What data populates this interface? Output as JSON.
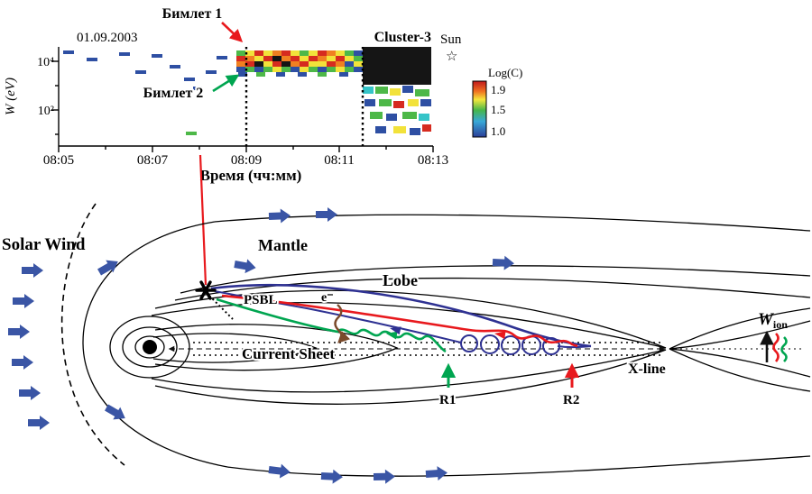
{
  "colors": {
    "red": "#e8191d",
    "green": "#00a550",
    "flow_blue": "#3a55a5",
    "traj_blue": "#2e3192",
    "brown": "#7b4a2b",
    "maroon": "#8b2020",
    "black": "#000000"
  },
  "spectrogram": {
    "date": "01.09.2003",
    "title": "Cluster-3",
    "beamlet1": "Бимлет 1",
    "beamlet2": "Бимлет 2",
    "ylabel": "W (eV)",
    "ytick1": "10⁴",
    "ytick2": "10²",
    "xticks": [
      "08:05",
      "08:07",
      "08:09",
      "08:11",
      "08:13"
    ],
    "xlabel": "Время (чч:мм)",
    "sun": "Sun",
    "colorbar_label": "Log(C)",
    "cb1": "1.9",
    "cb2": "1.5",
    "cb3": "1.0"
  },
  "diagram": {
    "solar_wind": "Solar Wind",
    "mantle": "Mantle",
    "lobe": "Lobe",
    "psbl": "PSBL",
    "current_sheet": "Current Sheet",
    "xline": "X-line",
    "r1": "R1",
    "r2": "R2",
    "electron": "e⁻",
    "w": "W",
    "w_sub": "ion"
  },
  "chart_data": {
    "type": "heatmap",
    "title": "Cluster-3 ion energy-time spectrogram, 01.09.2003",
    "xlabel": "Время (чч:мм)",
    "ylabel": "W (eV)",
    "x_ticks": [
      "08:05",
      "08:07",
      "08:09",
      "08:11",
      "08:13"
    ],
    "y_ticks": [
      "10⁴",
      "10²"
    ],
    "y_scale": "log",
    "colorbar": {
      "label": "Log(C)",
      "ticks": [
        1.9,
        1.5,
        1.0
      ]
    },
    "features": [
      "Beamlet band near 10⁴ eV between 08:09 and 08:11.5 (Бимлет 1, Бимлет 2)",
      "Saturated (black) intense flux after 08:11.5",
      "Dotted time markers at 08:09 and 08:11.5"
    ],
    "palette": {
      "r": "#d62b1f",
      "o": "#f08021",
      "y": "#f2e23a",
      "g": "#4db848",
      "b": "#2e4fa3",
      "c": "#35c4c8",
      "k": "#151515"
    },
    "cells": [
      [
        262,
        56,
        10,
        6,
        "g"
      ],
      [
        272,
        56,
        10,
        6,
        "y"
      ],
      [
        282,
        56,
        10,
        6,
        "r"
      ],
      [
        292,
        56,
        10,
        6,
        "y"
      ],
      [
        302,
        56,
        10,
        6,
        "o"
      ],
      [
        312,
        56,
        10,
        6,
        "r"
      ],
      [
        322,
        56,
        10,
        6,
        "y"
      ],
      [
        332,
        56,
        10,
        6,
        "g"
      ],
      [
        342,
        56,
        10,
        6,
        "y"
      ],
      [
        352,
        56,
        10,
        6,
        "r"
      ],
      [
        362,
        56,
        10,
        6,
        "o"
      ],
      [
        372,
        56,
        10,
        6,
        "y"
      ],
      [
        382,
        56,
        10,
        6,
        "g"
      ],
      [
        392,
        56,
        10,
        6,
        "b"
      ],
      [
        262,
        62,
        10,
        6,
        "r"
      ],
      [
        272,
        62,
        10,
        6,
        "o"
      ],
      [
        282,
        62,
        10,
        6,
        "y"
      ],
      [
        292,
        62,
        10,
        6,
        "r"
      ],
      [
        302,
        62,
        10,
        6,
        "k"
      ],
      [
        312,
        62,
        10,
        6,
        "o"
      ],
      [
        322,
        62,
        10,
        6,
        "r"
      ],
      [
        332,
        62,
        10,
        6,
        "y"
      ],
      [
        342,
        62,
        10,
        6,
        "r"
      ],
      [
        352,
        62,
        10,
        6,
        "o"
      ],
      [
        362,
        62,
        10,
        6,
        "y"
      ],
      [
        372,
        62,
        10,
        6,
        "r"
      ],
      [
        382,
        62,
        10,
        6,
        "y"
      ],
      [
        392,
        62,
        10,
        6,
        "g"
      ],
      [
        262,
        68,
        10,
        6,
        "o"
      ],
      [
        272,
        68,
        10,
        6,
        "r"
      ],
      [
        282,
        68,
        10,
        6,
        "k"
      ],
      [
        292,
        68,
        10,
        6,
        "y"
      ],
      [
        302,
        68,
        10,
        6,
        "r"
      ],
      [
        312,
        68,
        10,
        6,
        "k"
      ],
      [
        322,
        68,
        10,
        6,
        "o"
      ],
      [
        332,
        68,
        10,
        6,
        "r"
      ],
      [
        342,
        68,
        10,
        6,
        "y"
      ],
      [
        352,
        68,
        10,
        6,
        "y"
      ],
      [
        362,
        68,
        10,
        6,
        "r"
      ],
      [
        372,
        68,
        10,
        6,
        "o"
      ],
      [
        382,
        68,
        10,
        6,
        "b"
      ],
      [
        392,
        68,
        10,
        6,
        "y"
      ],
      [
        262,
        74,
        10,
        6,
        "b"
      ],
      [
        272,
        74,
        10,
        6,
        "g"
      ],
      [
        282,
        74,
        10,
        6,
        "b"
      ],
      [
        292,
        74,
        10,
        6,
        "g"
      ],
      [
        302,
        74,
        10,
        6,
        "y"
      ],
      [
        312,
        74,
        10,
        6,
        "g"
      ],
      [
        322,
        74,
        10,
        6,
        "b"
      ],
      [
        332,
        74,
        10,
        6,
        "y"
      ],
      [
        342,
        74,
        10,
        6,
        "g"
      ],
      [
        352,
        74,
        10,
        6,
        "b"
      ],
      [
        362,
        74,
        10,
        6,
        "g"
      ],
      [
        372,
        74,
        10,
        6,
        "y"
      ],
      [
        382,
        74,
        10,
        6,
        "g"
      ],
      [
        392,
        74,
        10,
        6,
        "b"
      ],
      [
        264,
        80,
        10,
        5,
        "b"
      ],
      [
        284,
        80,
        10,
        5,
        "g"
      ],
      [
        306,
        80,
        10,
        5,
        "b"
      ],
      [
        330,
        80,
        10,
        5,
        "b"
      ],
      [
        352,
        80,
        10,
        5,
        "g"
      ],
      [
        376,
        80,
        10,
        5,
        "b"
      ],
      [
        402,
        52,
        76,
        42,
        "k"
      ],
      [
        402,
        96,
        12,
        8,
        "c"
      ],
      [
        416,
        96,
        14,
        8,
        "g"
      ],
      [
        432,
        98,
        12,
        8,
        "y"
      ],
      [
        446,
        95,
        12,
        8,
        "b"
      ],
      [
        460,
        99,
        16,
        8,
        "g"
      ],
      [
        404,
        110,
        12,
        8,
        "b"
      ],
      [
        420,
        110,
        14,
        8,
        "g"
      ],
      [
        436,
        112,
        12,
        8,
        "r"
      ],
      [
        452,
        110,
        12,
        8,
        "y"
      ],
      [
        466,
        110,
        12,
        8,
        "b"
      ],
      [
        410,
        124,
        14,
        8,
        "g"
      ],
      [
        428,
        126,
        12,
        8,
        "b"
      ],
      [
        446,
        124,
        16,
        8,
        "g"
      ],
      [
        464,
        126,
        12,
        8,
        "c"
      ],
      [
        416,
        140,
        12,
        8,
        "b"
      ],
      [
        436,
        140,
        14,
        8,
        "y"
      ],
      [
        454,
        142,
        12,
        8,
        "b"
      ],
      [
        468,
        138,
        10,
        8,
        "r"
      ],
      [
        70,
        56,
        12,
        4,
        "b"
      ],
      [
        96,
        64,
        12,
        4,
        "b"
      ],
      [
        132,
        58,
        12,
        4,
        "b"
      ],
      [
        168,
        60,
        12,
        4,
        "b"
      ],
      [
        150,
        78,
        12,
        4,
        "b"
      ],
      [
        188,
        72,
        12,
        4,
        "b"
      ],
      [
        204,
        86,
        12,
        4,
        "b"
      ],
      [
        228,
        78,
        12,
        4,
        "b"
      ],
      [
        240,
        62,
        12,
        4,
        "b"
      ],
      [
        214,
        96,
        10,
        4,
        "b"
      ],
      [
        178,
        104,
        10,
        4,
        "b"
      ],
      [
        206,
        146,
        12,
        4,
        "g"
      ]
    ]
  }
}
